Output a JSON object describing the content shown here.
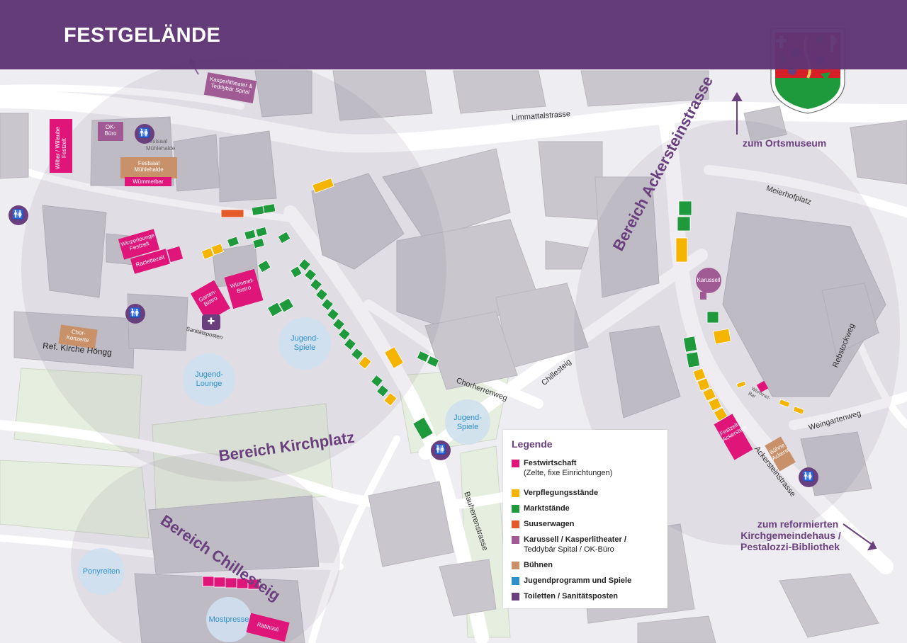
{
  "title": "FESTGELÄNDE",
  "colors": {
    "festwirtschaft": "#e0157a",
    "verpflegung": "#f5b400",
    "markt": "#1e9a3c",
    "suuser": "#e45a2a",
    "karussell": "#a05a94",
    "buehnen": "#c9916a",
    "jugend": "#4aa3d8",
    "toiletten": "#6a3f7e",
    "header": "#5f3475"
  },
  "streets": {
    "limmattal": "Limmattalstrasse",
    "meierhof": "Meierhofplatz",
    "chorherren": "Chorherrenweg",
    "chillesteig": "Chillesteig",
    "bauherren": "Bauherrenstrasse",
    "ackerstein": "Ackersteinstrasse",
    "rebstock": "Rebstockweg",
    "weingarten": "Weingartenweg"
  },
  "areas": {
    "ackerstein": "Bereich Ackersteinstrasse",
    "kirchplatz": "Bereich Kirchplatz",
    "chillesteig": "Bereich Chillesteig"
  },
  "directions": {
    "ortsmuseum": "zum Ortsmuseum",
    "kirchgemeinde_1": "zum reformierten",
    "kirchgemeinde_2": "Kirchgemeindehaus /",
    "kirchgemeinde_3": "Pestalozzi-Bibliothek"
  },
  "places": {
    "kasperli_1": "Kasperlitheater &",
    "kasperli_2": "Teddybär Spital",
    "ok_buero_1": "OK-",
    "ok_buero_2": "Büro",
    "festsaal_1": "Festsaal",
    "festsaal_2": "Mühlehalde",
    "festsaal_buehne_1": "Festsaal",
    "festsaal_buehne_2": "Mühlehalde",
    "wuemmetbar": "Wümmetbar",
    "wilbar_1": "Wilbar / Willaube",
    "wilbar_2": "Festzelt",
    "winzerlounge_1": "Winzerlounge",
    "winzerlounge_2": "Festzelt",
    "raclettezelt": "Raclettezelt",
    "garten_1": "Garten-",
    "garten_2": "Bistro",
    "wuemmet_bistro_1": "Wümmet-",
    "wuemmet_bistro_2": "Bistro",
    "sanitaetsposten": "Sanitätsposten",
    "chor_1": "Chor-",
    "chor_2": "Konzerte",
    "kirche": "Ref. Kirche Höngg",
    "karussell": "Karussell",
    "wuemmet_bar_1": "Wümmet-",
    "wuemmet_bar_2": "Bar",
    "festzelt_ack_1": "Festzelt",
    "festzelt_ack_2": "Ackerstein",
    "buehne_ack_1": "Bühne",
    "buehne_ack_2": "Ackerst.",
    "raebhuesli": "Räbhüsli"
  },
  "circles": {
    "jugendspiele_1_a": "Jugend-",
    "jugendspiele_1_b": "Spiele",
    "jugendlounge_a": "Jugend-",
    "jugendlounge_b": "Lounge",
    "jugendspiele_2_a": "Jugend-",
    "jugendspiele_2_b": "Spiele",
    "ponyreiten": "Ponyreiten",
    "mostpresse": "Mostpresse"
  },
  "legend": {
    "title": "Legende",
    "items": [
      {
        "label": "Festwirtschaft",
        "sub": "(Zelte, fixe Einrichtungen)",
        "color": "#e0157a"
      },
      {
        "label": "Verpflegungsstände",
        "sub": "",
        "color": "#f5b400"
      },
      {
        "label": "Marktstände",
        "sub": "",
        "color": "#1e9a3c"
      },
      {
        "label": "Suuserwagen",
        "sub": "",
        "color": "#e45a2a"
      },
      {
        "label": "Karussell / Kasperlitheater /",
        "sub": "Teddybär Spital / OK-Büro",
        "color": "#a05a94"
      },
      {
        "label": "Bühnen",
        "sub": "",
        "color": "#c9916a"
      },
      {
        "label": "Jugendprogramm und Spiele",
        "sub": "",
        "color": "#2f8fc9"
      },
      {
        "label": "Toiletten / Sanitätsposten",
        "sub": "",
        "color": "#6a3f7e"
      }
    ]
  }
}
